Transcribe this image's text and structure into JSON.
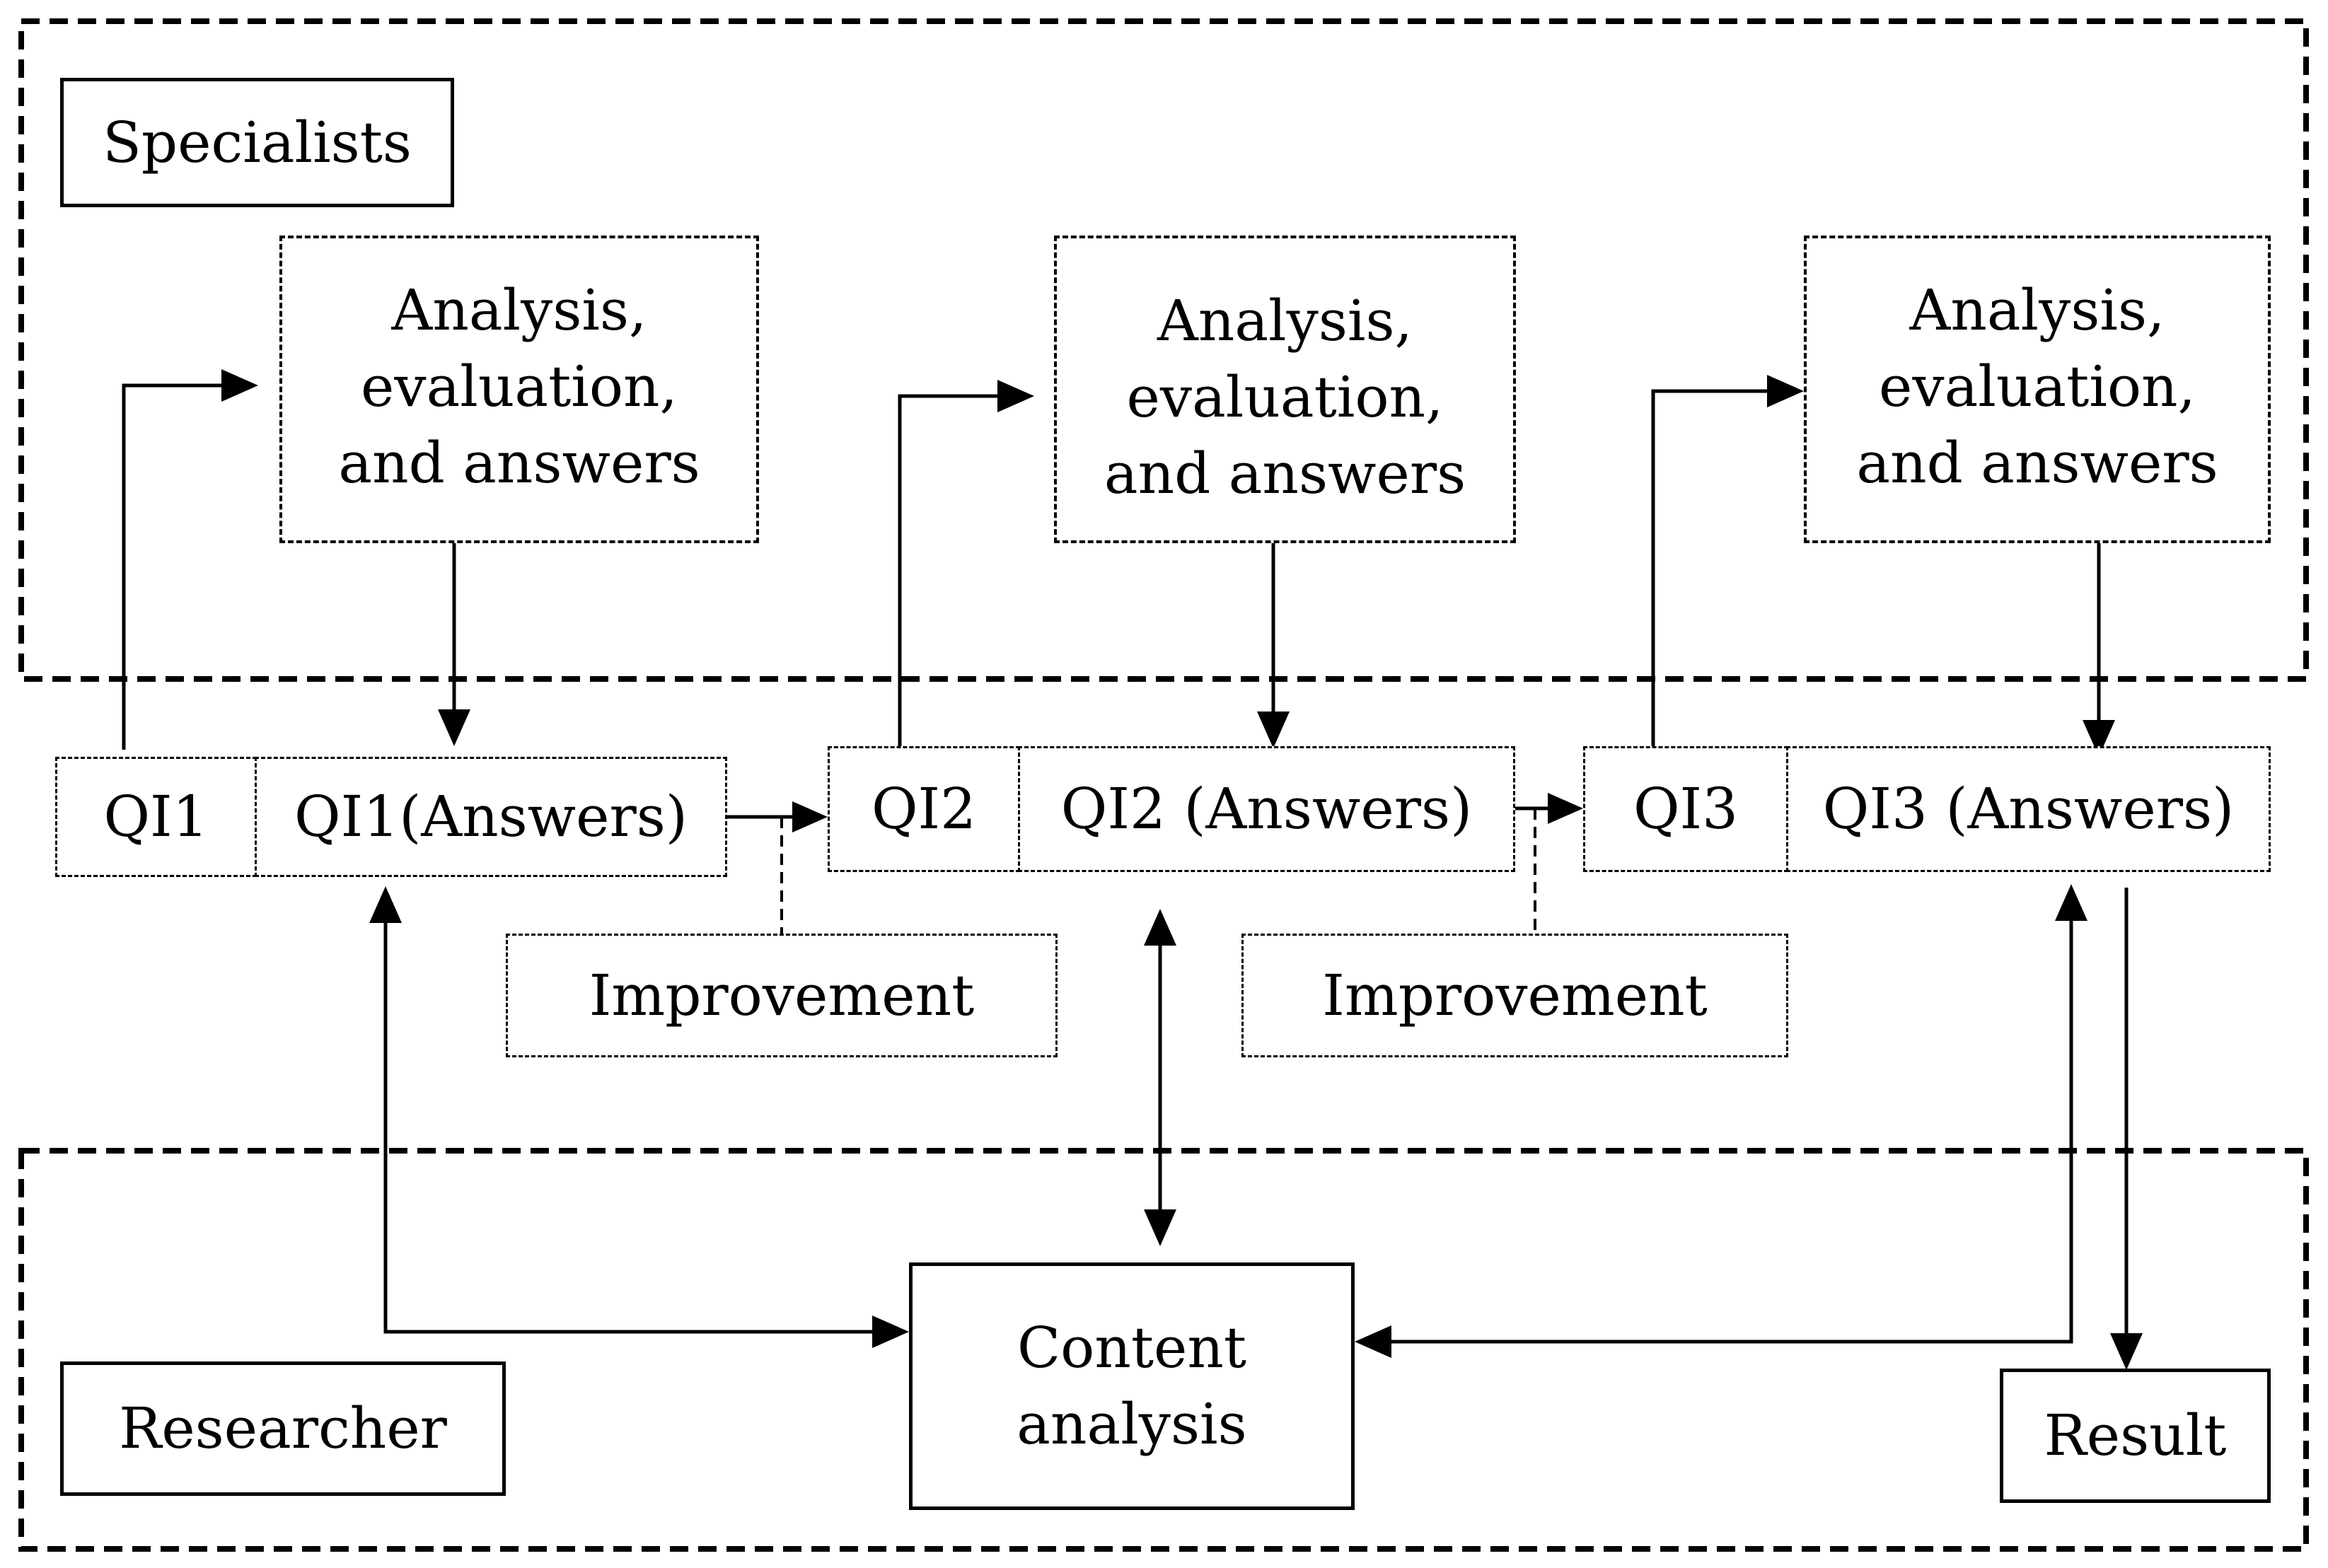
{
  "groups": {
    "specialists": "Specialists",
    "researcher": "Researcher"
  },
  "analysis_label": [
    "Analysis,",
    "evaluation,",
    "and answers"
  ],
  "rounds": [
    {
      "qi": "QI1",
      "answers": "QI1(Answers)"
    },
    {
      "qi": "QI2",
      "answers": "QI2 (Answers)"
    },
    {
      "qi": "QI3",
      "answers": "QI3 (Answers)"
    }
  ],
  "improvement": "Improvement",
  "content_analysis": [
    "Content",
    "analysis"
  ],
  "result": "Result"
}
